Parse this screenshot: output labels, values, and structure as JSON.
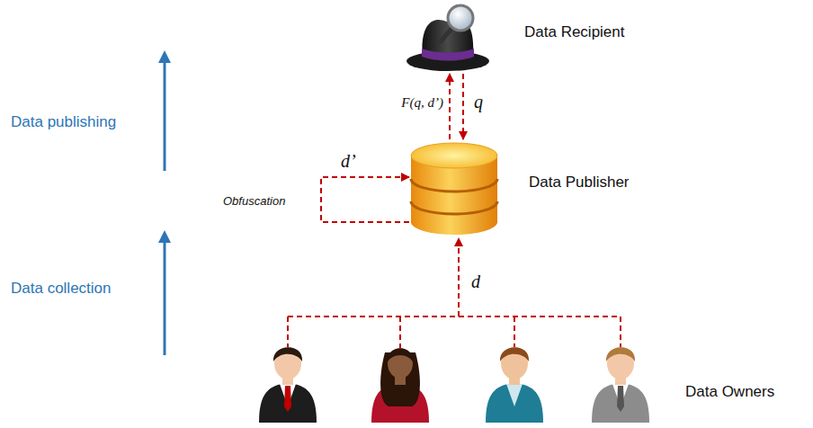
{
  "diagram": {
    "nodes": [
      {
        "text": [
          "Data Recipient"
        ]
      },
      {
        "text": [
          "Data Publisher"
        ]
      },
      {
        "text": [
          "Data Owners"
        ]
      }
    ],
    "edges": [
      {
        "from": 1,
        "to": 0,
        "label": "F(q, d’)",
        "arrow": "to"
      },
      {
        "from": 0,
        "to": 1,
        "label": "q",
        "arrow": "to"
      },
      {
        "from": 2,
        "to": 1,
        "label": "d",
        "arrow": "to"
      },
      {
        "from": 1,
        "to": 1,
        "label": "d’",
        "arrow": "to"
      }
    ],
    "labels": [
      "Data publishing",
      "Data collection",
      "Obfuscation"
    ]
  }
}
